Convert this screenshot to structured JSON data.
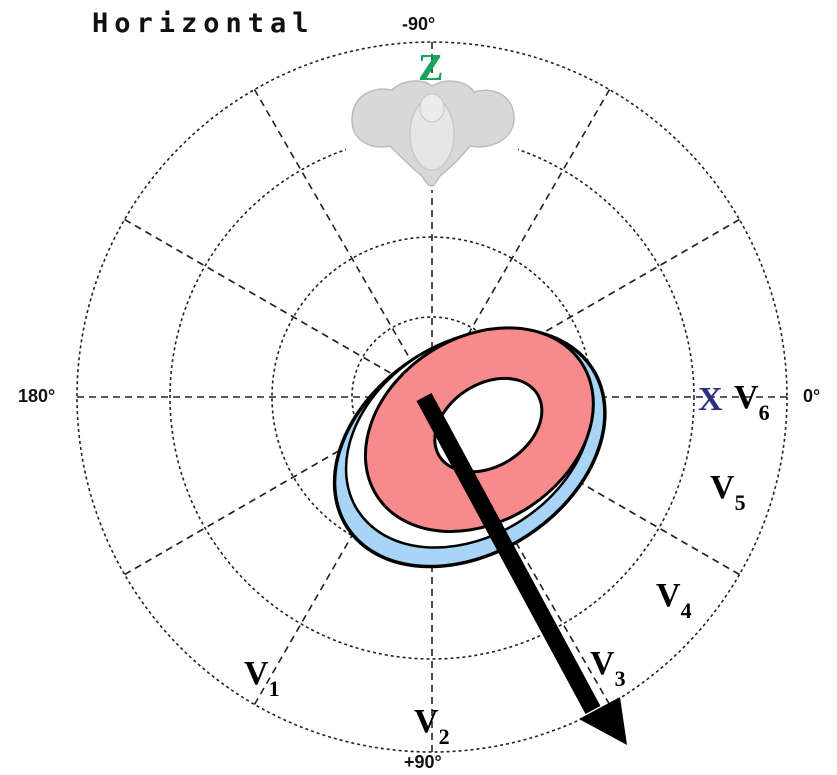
{
  "title": "Horizontal",
  "degree_labels": {
    "top": "-90°",
    "bottom": "+90°",
    "left": "180°",
    "right": "0°"
  },
  "axis_labels": {
    "z": "Z",
    "x": "X"
  },
  "colors": {
    "z_axis": "#1aa35a",
    "x_axis": "#2a2f7a",
    "heart_wall": "#f78b8b",
    "heart_outer": "#a8d4f5",
    "grid": "#222222",
    "vector": "#000000"
  },
  "leads": {
    "v1": {
      "main": "V",
      "sub": "1"
    },
    "v2": {
      "main": "V",
      "sub": "2"
    },
    "v3": {
      "main": "V",
      "sub": "3"
    },
    "v4": {
      "main": "V",
      "sub": "4"
    },
    "v5": {
      "main": "V",
      "sub": "5"
    },
    "v6": {
      "main": "V",
      "sub": "6"
    }
  },
  "icons": {
    "torso": "torso-top-view-icon",
    "heart": "heart-cross-section-icon",
    "vector": "mean-vector-arrow-icon"
  }
}
